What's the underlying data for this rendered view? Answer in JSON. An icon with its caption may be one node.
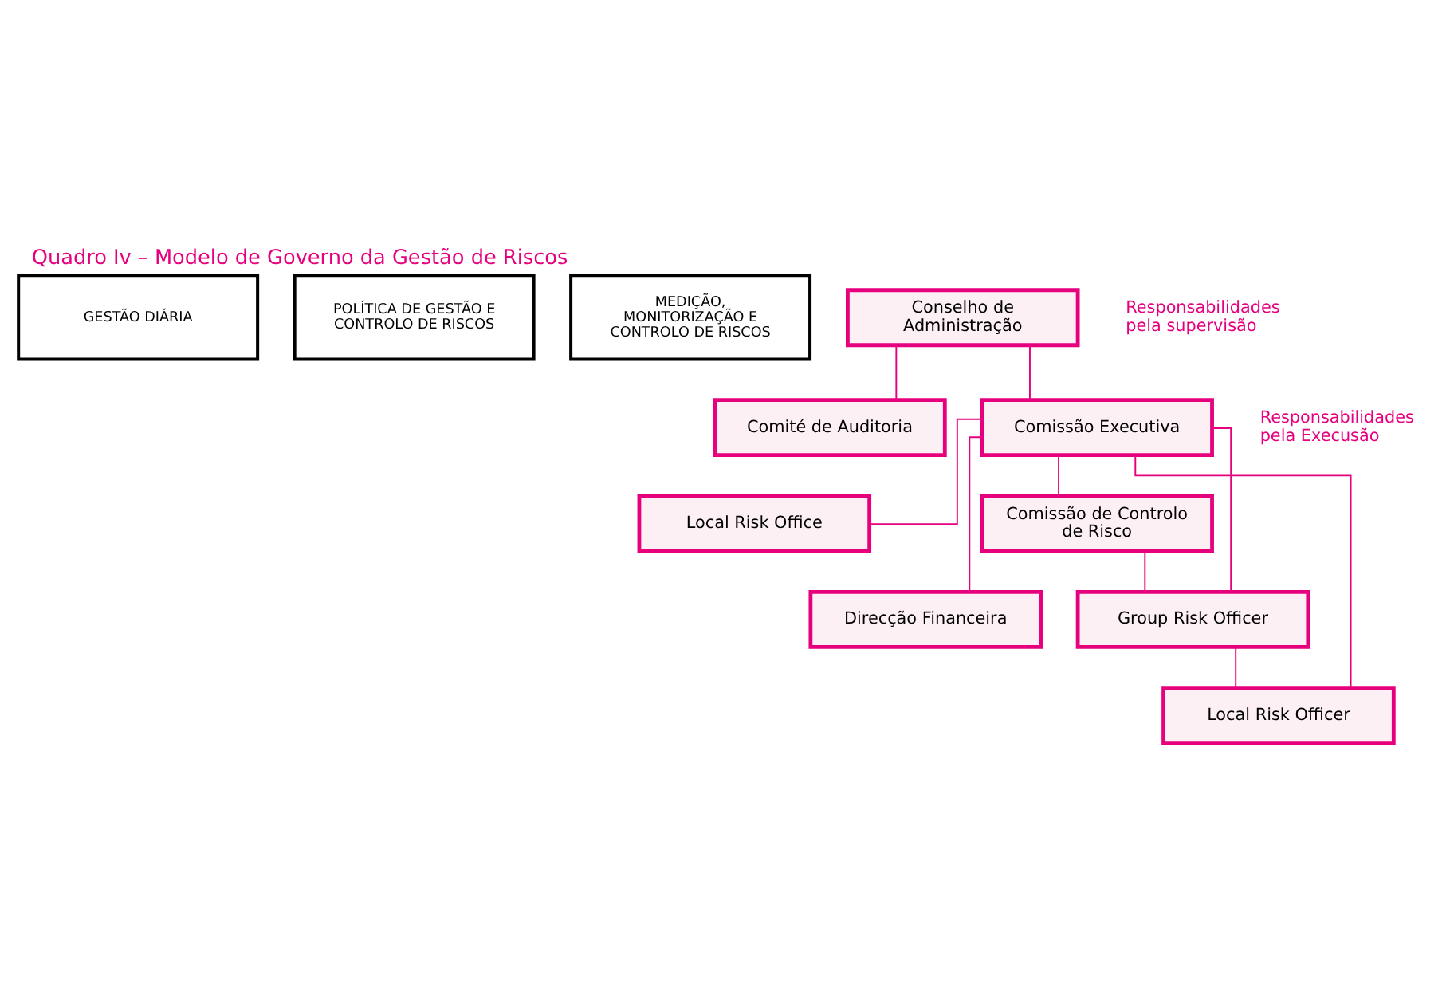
{
  "diagram": {
    "title": "Quadro Iv – Modelo de Governo da Gestão de Riscos",
    "nodes": [
      {
        "text": [
          "GESTÃO DIÁRIA"
        ]
      },
      {
        "text": [
          "POLÍTICA DE GESTÃO E CONTROLO DE RISCOS"
        ]
      },
      {
        "text": [
          "MEDIÇÃO, MONITORIZAÇÃO E CONTROLO DE RISCOS"
        ]
      },
      {
        "text": [
          "Conselho de Administração"
        ]
      },
      {
        "text": [
          "Comité de Auditoria"
        ]
      },
      {
        "text": [
          "Comissão Executiva"
        ]
      },
      {
        "text": [
          "Local Risk Office"
        ]
      },
      {
        "text": [
          "Direcção Financeira"
        ]
      },
      {
        "text": [
          "Comissão de Controlo de Risco"
        ]
      },
      {
        "text": [
          "Group Risk Officer"
        ]
      },
      {
        "text": [
          "Local Risk Officer"
        ]
      }
    ],
    "edges": [
      {
        "from": 3,
        "to": 4,
        "arrow": "none"
      },
      {
        "from": 3,
        "to": 5,
        "arrow": "none"
      },
      {
        "from": 5,
        "to": 6,
        "arrow": "none"
      },
      {
        "from": 5,
        "to": 7,
        "arrow": "none"
      },
      {
        "from": 5,
        "to": 8,
        "arrow": "none"
      },
      {
        "from": 5,
        "to": 9,
        "arrow": "none"
      },
      {
        "from": 5,
        "to": 10,
        "arrow": "none"
      },
      {
        "from": 8,
        "to": 9,
        "arrow": "none"
      },
      {
        "from": 9,
        "to": 10,
        "arrow": "none"
      }
    ],
    "labels": [
      "Responsabilidades pela supervisão",
      "Responsabilidades pela Execusão"
    ]
  }
}
